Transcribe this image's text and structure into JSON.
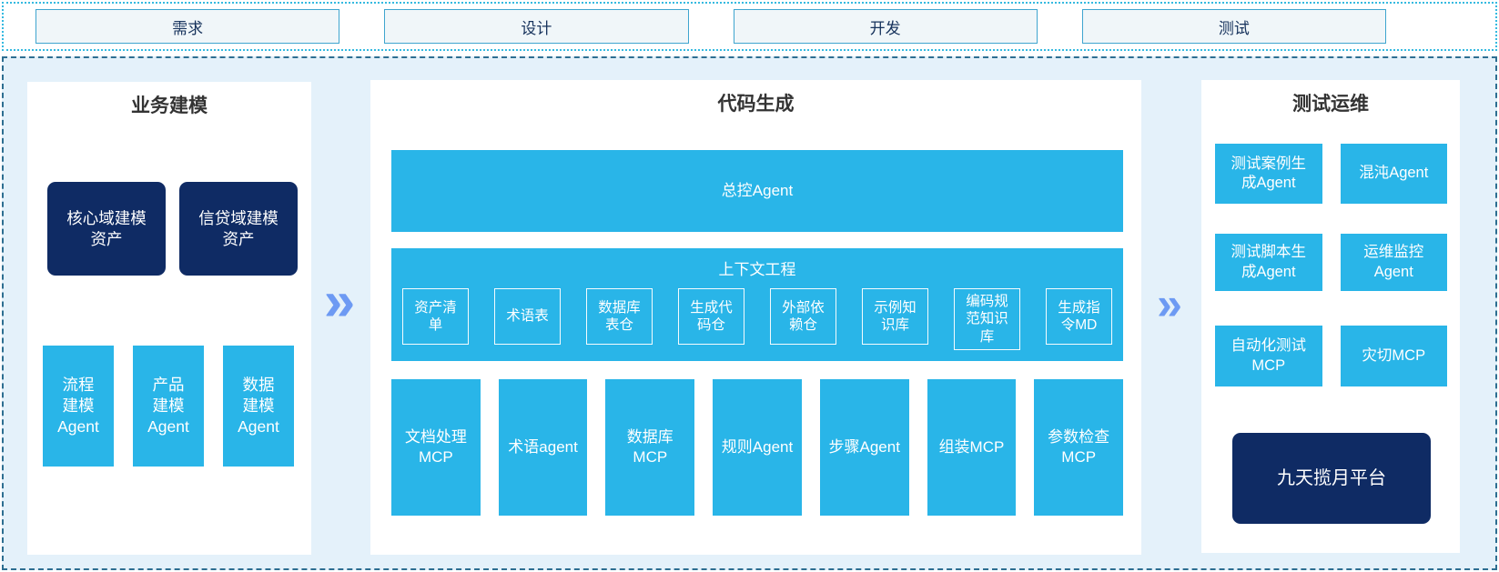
{
  "stages": {
    "items": [
      {
        "label": "需求"
      },
      {
        "label": "设计"
      },
      {
        "label": "开发"
      },
      {
        "label": "测试"
      }
    ]
  },
  "business_modeling": {
    "title": "业务建模",
    "assets": [
      "核心域建模\n资产",
      "信贷域建模\n资产"
    ],
    "agents": [
      "流程\n建模\nAgent",
      "产品\n建模\nAgent",
      "数据\n建模\nAgent"
    ]
  },
  "code_generation": {
    "title": "代码生成",
    "master_agent": "总控Agent",
    "context_engineering": {
      "title": "上下文工程",
      "items": [
        "资产清\n单",
        "术语表",
        "数据库\n表仓",
        "生成代\n码仓",
        "外部依\n赖仓",
        "示例知\n识库",
        "编码规\n范知识\n库",
        "生成指\n令MD"
      ]
    },
    "tools": [
      "文档处理\nMCP",
      "术语agent",
      "数据库\nMCP",
      "规则Agent",
      "步骤Agent",
      "组装MCP",
      "参数检查\nMCP"
    ]
  },
  "test_ops": {
    "title": "测试运维",
    "boxes": [
      "测试案例生\n成Agent",
      "混沌Agent",
      "测试脚本生\n成Agent",
      "运维监控\nAgent",
      "自动化测试\nMCP",
      "灾切MCP"
    ],
    "platform": "九天揽月平台"
  },
  "arrows": {
    "glyph": "»"
  },
  "colors": {
    "cyan": "#29b5e8",
    "navy": "#0f2b64",
    "canvas_bg": "#e4f1fa",
    "arrow": "#6d9af3",
    "dashed_border": "#2d6e91",
    "dotted_border": "#35b9e0",
    "stage_border": "#3fa5cf",
    "stage_bg": "#f0f6f9"
  }
}
